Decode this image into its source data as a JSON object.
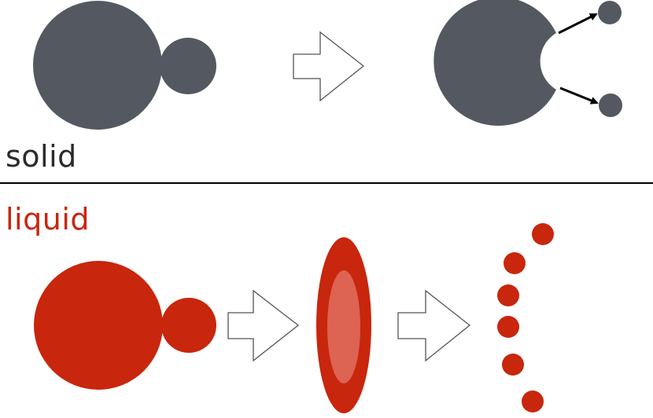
{
  "panels": {
    "solid": {
      "label": "solid",
      "color": "#545961"
    },
    "liquid": {
      "label": "liquid",
      "color": "#c8260d",
      "highlight_color": "#dd6352"
    }
  },
  "colors": {
    "divider": "#000000",
    "arrow_outline": "#555555",
    "arrow_fill": "#ffffff",
    "motion_arrow": "#000000"
  },
  "icons": [
    "block-arrow-right",
    "motion-arrow"
  ]
}
